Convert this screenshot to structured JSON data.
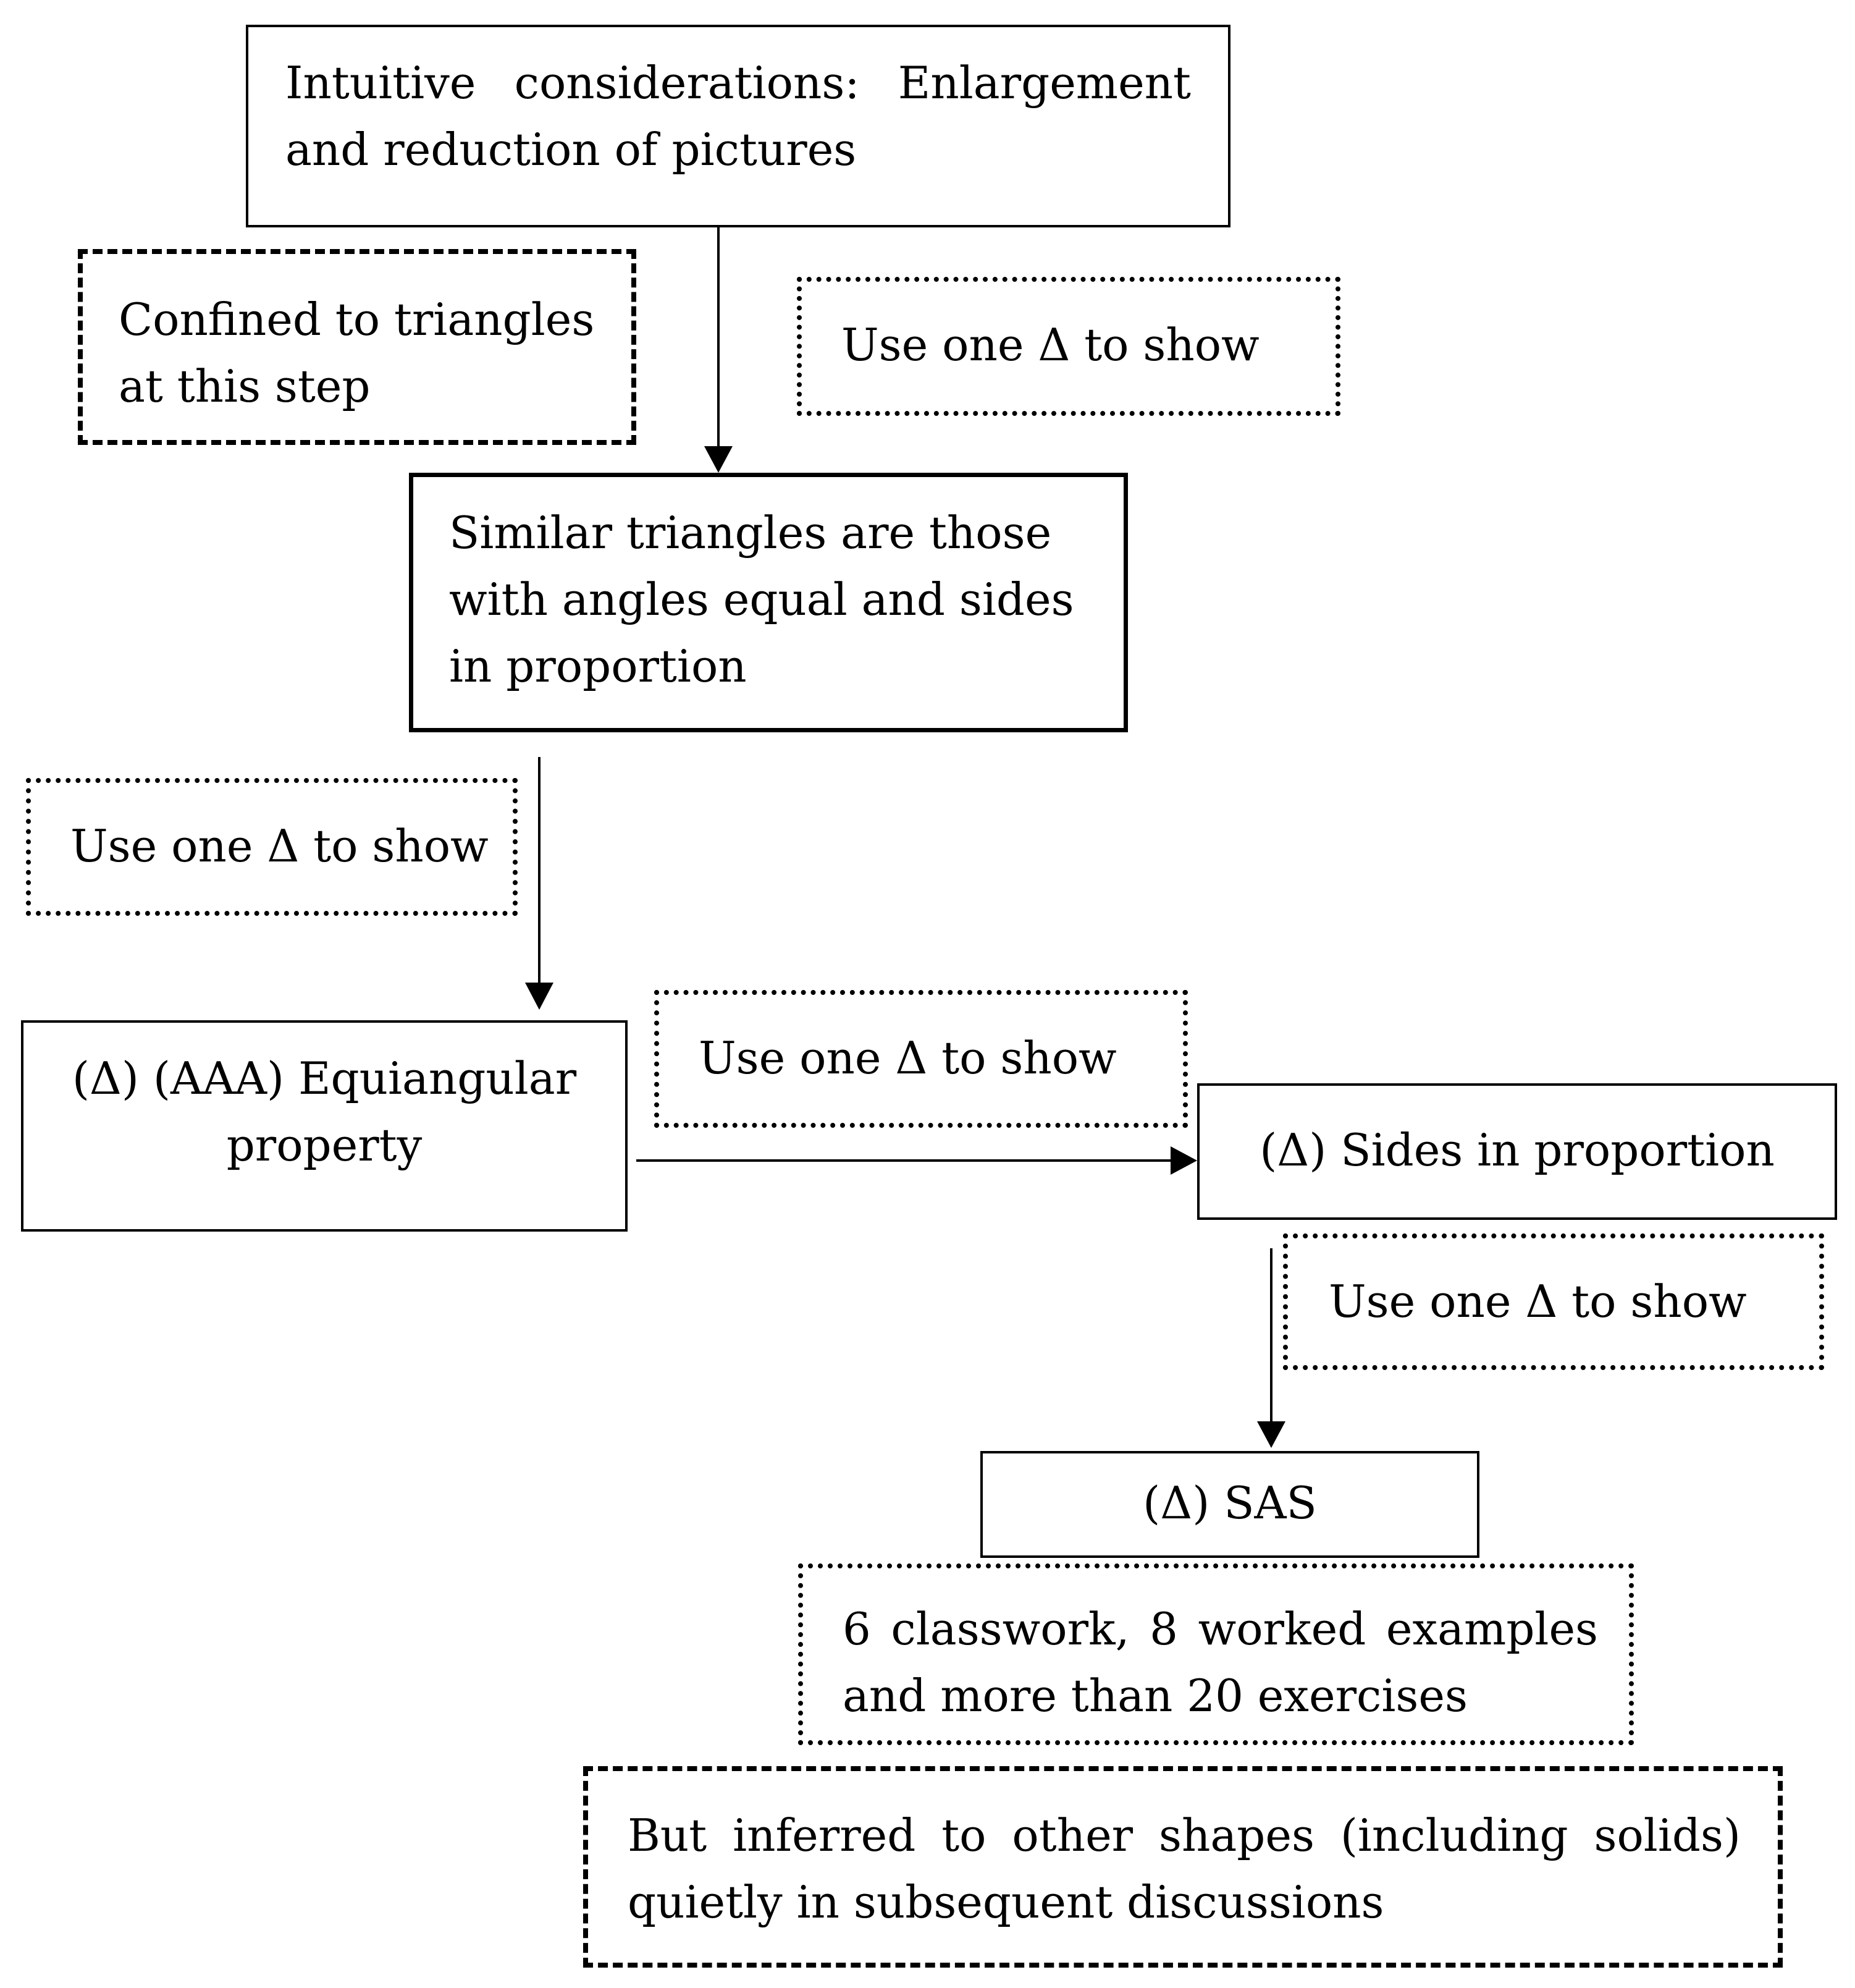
{
  "nodes": {
    "intuitive": {
      "text": "Intuitive considerations: Enlargement and reduction of pictures"
    },
    "confined": {
      "text": "Confined to triangles at this step"
    },
    "use_one_top": {
      "text": "Use one Δ to show"
    },
    "similar": {
      "text": "Similar triangles are those with angles equal and sides in proportion"
    },
    "use_one_left": {
      "text": "Use one Δ to show"
    },
    "aaa": {
      "line1": "(Δ) (AAA) Equiangular",
      "line2": "property"
    },
    "use_one_mid": {
      "text": "Use one Δ to show"
    },
    "sides": {
      "text": "(Δ) Sides in proportion"
    },
    "use_one_right": {
      "text": "Use one Δ to show"
    },
    "sas": {
      "text": "(Δ) SAS"
    },
    "classwork": {
      "text": "6 classwork, 8 worked examples and more than 20 exercises"
    },
    "inferred": {
      "text": "But inferred to other shapes (including solids) quietly in subsequent discussions"
    }
  }
}
